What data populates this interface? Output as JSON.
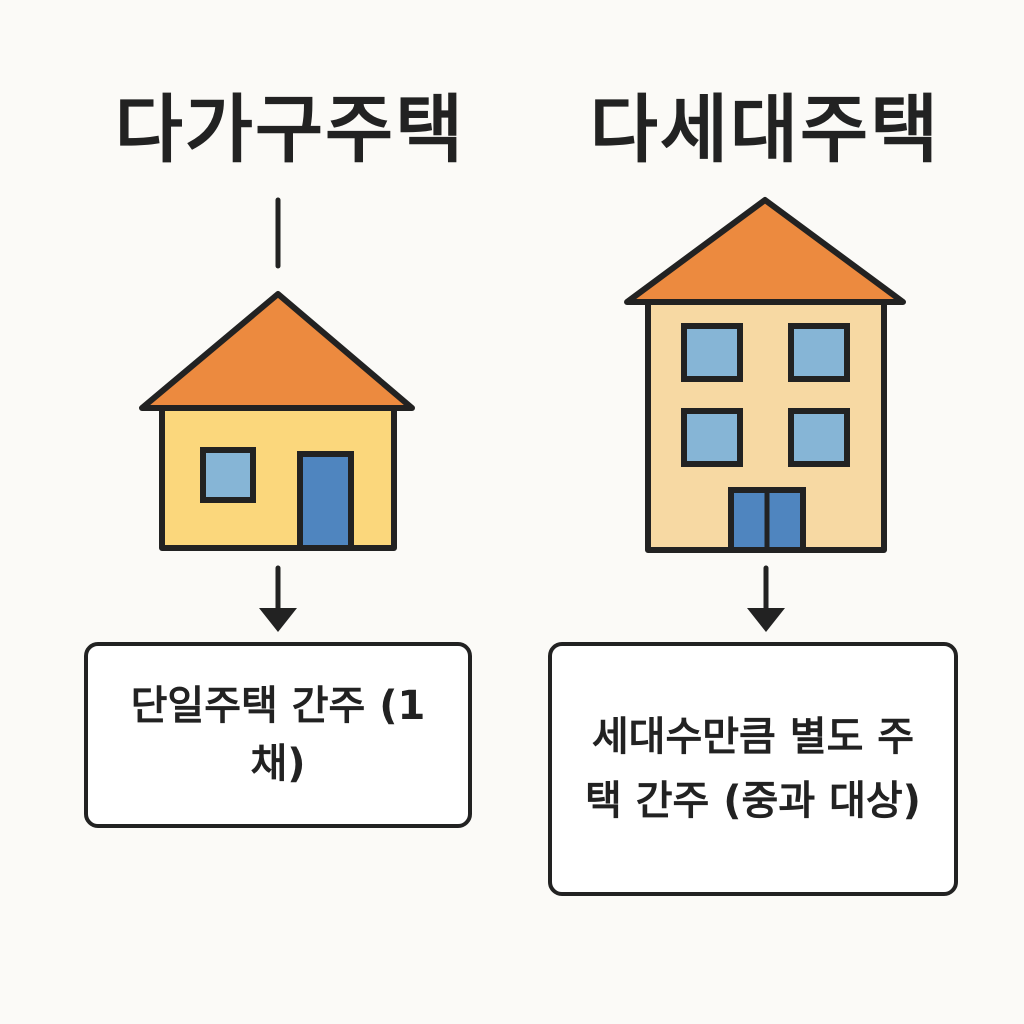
{
  "left": {
    "title": "다가구주택",
    "result_text": "단일주택 간주 (1채)"
  },
  "right": {
    "title": "다세대주택",
    "result_text": "세대수만큼 별도 주택 간주 (중과 대상)"
  },
  "colors": {
    "background": "#fbfaf7",
    "roof": "#ec8a3f",
    "house_wall": "#fbd77c",
    "building_wall": "#f7d9a3",
    "window": "#86b5d6",
    "door": "#4f85bf",
    "outline": "#222222"
  },
  "icons": {
    "left": "single-house-icon",
    "right": "multi-unit-building-icon"
  }
}
